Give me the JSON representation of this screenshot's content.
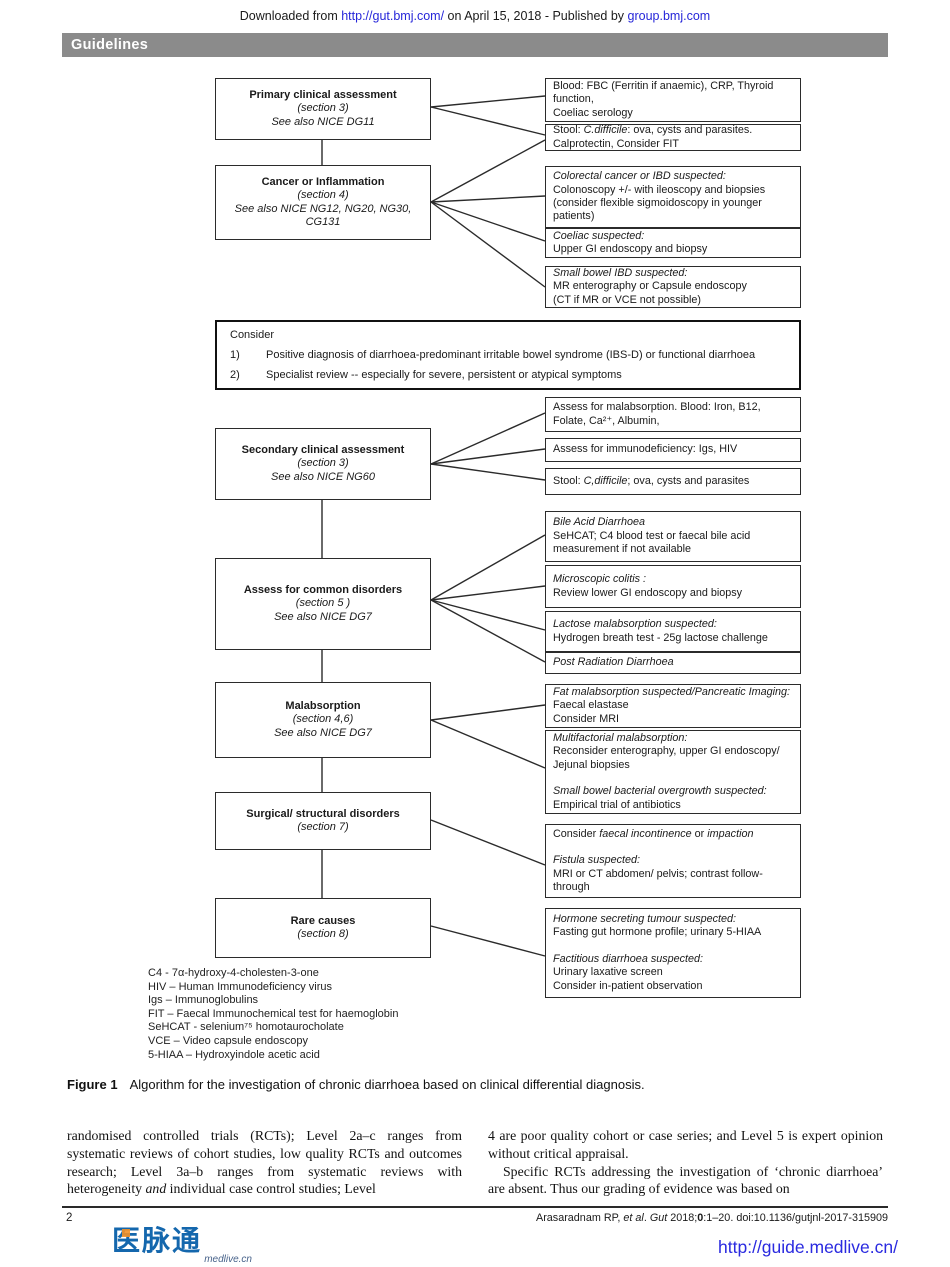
{
  "header": {
    "downloaded_prefix": "Downloaded from ",
    "link1": "http://gut.bmj.com/",
    "middle": " on April 15, 2018 - Published by ",
    "link2": "group.bmj.com",
    "section_label": "Guidelines"
  },
  "flowchart": {
    "left_boxes": {
      "primary": {
        "title": "Primary clinical assessment",
        "sub1": "(section 3)",
        "sub2": "See also NICE DG11"
      },
      "cancer": {
        "title": "Cancer or Inflammation",
        "sub1": "(section 4)",
        "sub2": "See also NICE NG12, NG20, NG30,",
        "sub3": "CG131"
      },
      "secondary": {
        "title": "Secondary clinical assessment",
        "sub1": "(section 3)",
        "sub2": "See also NICE NG60"
      },
      "common": {
        "title": "Assess for common disorders",
        "sub1": "(section 5 )",
        "sub2": "See also NICE DG7"
      },
      "malabsorption": {
        "title": "Malabsorption",
        "sub1": "(section 4,6)",
        "sub2": "See also NICE DG7"
      },
      "surgical": {
        "title": "Surgical/ structural disorders",
        "sub1": "(section 7)"
      },
      "rare": {
        "title": "Rare causes",
        "sub1": "(section 8)"
      }
    },
    "consider": {
      "title": "Consider",
      "item1_num": "1)",
      "item1": "Positive diagnosis of diarrhoea-predominant irritable bowel syndrome (IBS-D) or functional diarrhoea",
      "item2_num": "2)",
      "item2": "Specialist review -- especially for severe, persistent or atypical symptoms"
    },
    "right_boxes": {
      "blood": {
        "l1": "Blood: FBC (Ferritin if anaemic), CRP, Thyroid function,",
        "l2": "Coeliac serology"
      },
      "stool1": {
        "pre": "Stool: ",
        "it": "C.difficile",
        "post": ": ova, cysts and parasites.",
        "l2": "Calprotectin, Consider FIT"
      },
      "colorectal": {
        "h": "Colorectal cancer or IBD suspected:",
        "b": "Colonoscopy +/- with ileoscopy and biopsies (consider flexible sigmoidoscopy in younger patients)"
      },
      "coeliac": {
        "h": "Coeliac suspected:",
        "b": "Upper GI endoscopy and biopsy"
      },
      "smallbowel": {
        "h": "Small bowel IBD suspected:",
        "b1": "MR enterography or Capsule endoscopy",
        "b2": "(CT if MR or VCE not possible)"
      },
      "malabs_blood": {
        "l1": "Assess for malabsorption. Blood: Iron, B12,",
        "l2": "Folate, Ca²⁺, Albumin,"
      },
      "immuno": {
        "l1": "Assess for immunodeficiency:  Igs, HIV"
      },
      "stool2": {
        "pre": "Stool: ",
        "it": "C,difficile",
        "post": "; ova, cysts and parasites"
      },
      "bileacid": {
        "h": "Bile Acid Diarrhoea",
        "b": "SeHCAT; C4 blood test or faecal bile acid measurement if not available"
      },
      "microcolitis": {
        "h": "Microscopic colitis :",
        "b": "Review lower GI endoscopy and biopsy"
      },
      "lactose": {
        "h": "Lactose malabsorption suspected:",
        "b": "Hydrogen breath test - 25g lactose challenge"
      },
      "postrad": {
        "h": "Post Radiation Diarrhoea"
      },
      "fat": {
        "h": "Fat malabsorption suspected/Pancreatic Imaging:",
        "b1": "Faecal elastase",
        "b2": "Consider MRI"
      },
      "multi": {
        "h1": "Multifactorial malabsorption:",
        "b1": "Reconsider enterography, upper GI endoscopy/ Jejunal biopsies",
        "h2": "Small bowel bacterial overgrowth suspected:",
        "b2": "Empirical trial of antibiotics"
      },
      "incontinence": {
        "pre": "Consider ",
        "it1": "faecal incontinence",
        "mid": " or ",
        "it2": "impaction",
        "h": "Fistula suspected:",
        "b": "MRI or CT abdomen/ pelvis; contrast follow-through"
      },
      "hormone": {
        "h1": "Hormone secreting tumour suspected:",
        "b1": "Fasting gut hormone profile; urinary 5-HIAA",
        "h2": "Factitious diarrhoea suspected:",
        "b2": "Urinary laxative screen",
        "b3": "Consider in-patient observation"
      }
    },
    "legend": [
      "C4 - 7α-hydroxy-4-cholesten-3-one",
      "HIV – Human Immunodeficiency virus",
      "Igs – Immunoglobulins",
      "FIT – Faecal Immunochemical test for haemoglobin",
      "SeHCAT -  selenium⁷⁵ homotaurocholate",
      "VCE – Video capsule endoscopy",
      "5-HIAA – Hydroxyindole acetic acid"
    ]
  },
  "caption": {
    "label": "Figure 1",
    "text": "Algorithm for the investigation of chronic diarrhoea based on clinical differential diagnosis."
  },
  "body": {
    "left": {
      "part1": "randomised controlled trials (RCTs); Level 2a–c ranges from systematic reviews of cohort studies, low quality RCTs and outcomes research; Level 3a–b ranges from systematic reviews with heterogeneity ",
      "italic": "and",
      "part2": " individual case control studies; Level"
    },
    "right": {
      "para1": "4 are poor quality cohort or case series; and Level 5 is expert opinion without critical appraisal.",
      "para2": "Specific RCTs addressing the investigation of ‘chronic diarrhoea’ are absent. Thus our grading of evidence was based on"
    }
  },
  "footer": {
    "page_number": "2",
    "citation_pre": "Arasaradnam RP, ",
    "citation_etal": "et al",
    "citation_mid": ". ",
    "citation_journal": "Gut",
    "citation_year": " 2018;",
    "citation_volume": "0",
    "citation_rest": ":1–20. doi:10.1136/gutjnl-2017-315909",
    "logo_text": "医脉通",
    "logo_sub": "medlive.cn",
    "bottom_link": "http://guide.medlive.cn/"
  },
  "colors": {
    "link_blue": "#2626d9",
    "bottom_link_blue": "#2a2ae0",
    "bar_gray": "#8b8b8b",
    "logo_blue": "#1467ad",
    "logo_orange": "#f29027"
  }
}
